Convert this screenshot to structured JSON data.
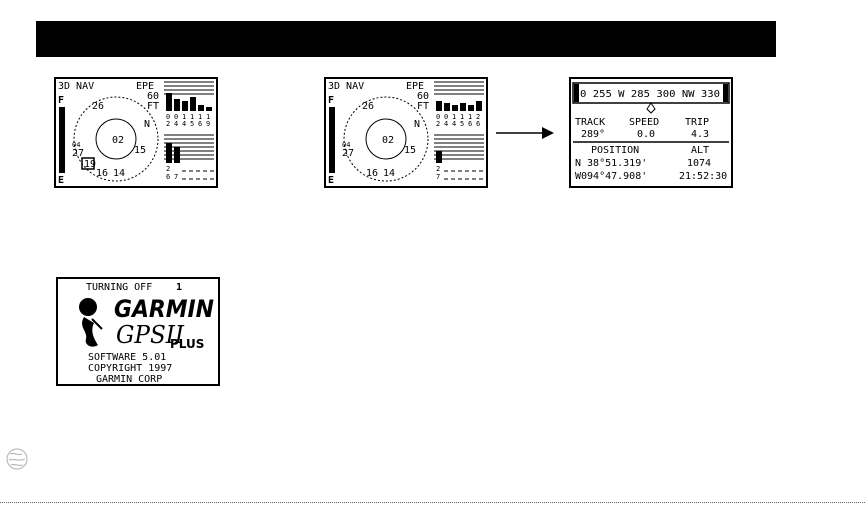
{
  "screen1": {
    "mode": "3D NAV",
    "epe_label": "EPE",
    "epe_value": "60",
    "epe_unit": "FT",
    "fuel_full": "F",
    "fuel_empty": "E",
    "north": "N",
    "sat_labels": [
      "26",
      "02",
      "15",
      "27",
      "04",
      "16",
      "14",
      "19"
    ],
    "sig_top": [
      "0",
      "0",
      "1",
      "1",
      "1",
      "1"
    ],
    "sig_bot": [
      "2",
      "4",
      "4",
      "5",
      "6",
      "9"
    ],
    "sig_lower_top": [
      "2"
    ],
    "sig_lower_bot": [
      "6",
      "7"
    ]
  },
  "screen2": {
    "mode": "3D NAV",
    "epe_label": "EPE",
    "epe_value": "60",
    "epe_unit": "FT",
    "fuel_full": "F",
    "fuel_empty": "E",
    "north": "N",
    "sat_labels": [
      "26",
      "02",
      "15",
      "27",
      "04",
      "16",
      "14"
    ],
    "sig_top": [
      "0",
      "0",
      "1",
      "1",
      "1",
      "2"
    ],
    "sig_bot": [
      "2",
      "4",
      "4",
      "5",
      "6",
      "6"
    ],
    "sig_lower_top": [
      "2"
    ],
    "sig_lower_bot": [
      "7"
    ]
  },
  "screen3": {
    "compass": "0 255 W 285 300 NW 330",
    "track_label": "TRACK",
    "track_value": "289°",
    "speed_label": "SPEED",
    "speed_value": "0.0",
    "trip_label": "TRIP",
    "trip_value": "4.3",
    "position_label": "POSITION",
    "alt_label": "ALT",
    "lat": "N  38°51.319'",
    "alt_value": "1074",
    "lon": "W094°47.908'",
    "time": "21:52:30"
  },
  "screen4": {
    "turning_off": "TURNING OFF",
    "countdown": "1",
    "brand": "GARMIN",
    "model": "GPSII",
    "plus": "PLUS",
    "software": "SOFTWARE 5.01",
    "copyright": "COPYRIGHT 1997",
    "corp": "GARMIN CORP"
  }
}
